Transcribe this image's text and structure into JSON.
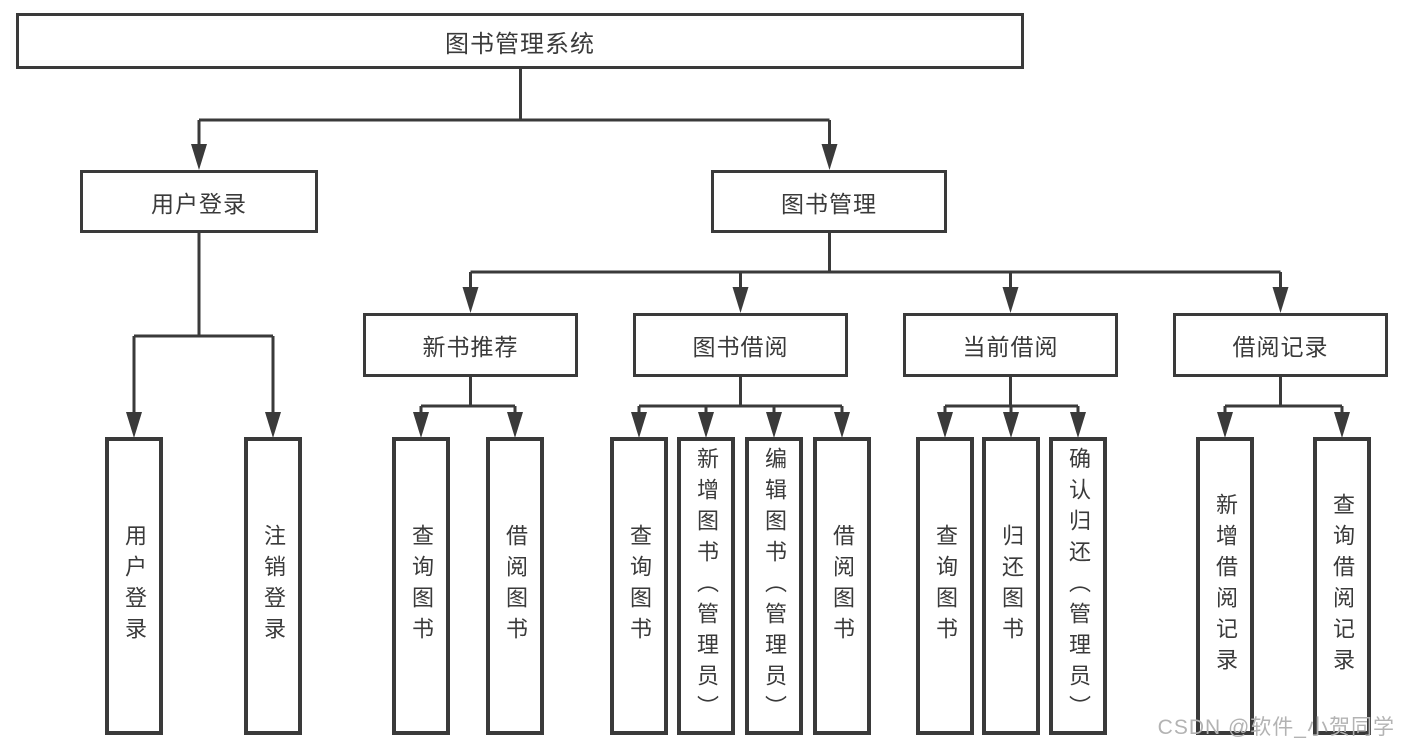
{
  "colors": {
    "line": "#3a3a3a",
    "text": "#3a3a3a",
    "box-bg": "#ffffff",
    "watermark": "#b3b3b3"
  },
  "watermark": "CSDN @软件_小贺同学",
  "tree": {
    "label": "图书管理系统",
    "children": [
      {
        "label": "用户登录",
        "children": [
          {
            "label": "用户登录"
          },
          {
            "label": "注销登录"
          }
        ]
      },
      {
        "label": "图书管理",
        "children": [
          {
            "label": "新书推荐",
            "children": [
              {
                "label": "查询图书"
              },
              {
                "label": "借阅图书"
              }
            ]
          },
          {
            "label": "图书借阅",
            "children": [
              {
                "label": "查询图书"
              },
              {
                "label": "新增图书（管理员）"
              },
              {
                "label": "编辑图书（管理员）"
              },
              {
                "label": "借阅图书"
              }
            ]
          },
          {
            "label": "当前借阅",
            "children": [
              {
                "label": "查询图书"
              },
              {
                "label": "归还图书"
              },
              {
                "label": "确认归还（管理员）"
              }
            ]
          },
          {
            "label": "借阅记录",
            "children": [
              {
                "label": "新增借阅记录"
              },
              {
                "label": "查询借阅记录"
              }
            ]
          }
        ]
      }
    ]
  }
}
